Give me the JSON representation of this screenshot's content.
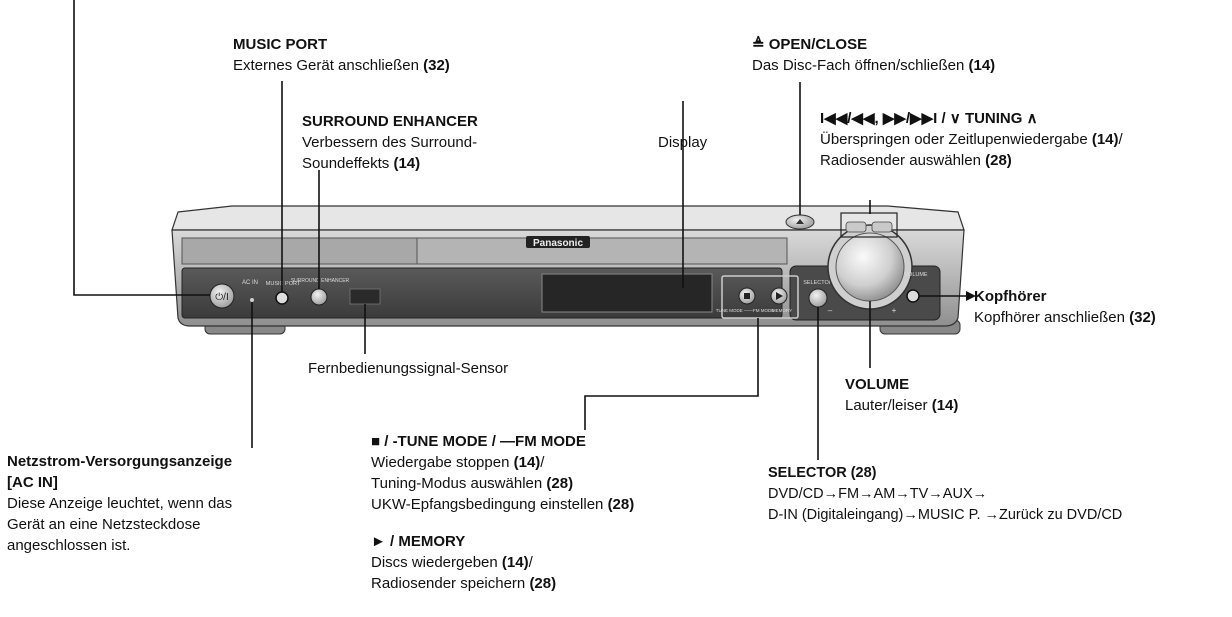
{
  "device": {
    "brand": "Panasonic",
    "panel_texts": {
      "ac_in": "AC IN",
      "music_port": "MUSIC PORT",
      "surround_enhancer": "SURROUND ENHANCER",
      "selector": "SELECTOR",
      "volume": "VOLUME",
      "minus": "–",
      "plus": "+",
      "tune_mode": "TUNE MODE ——FM MODE",
      "memory": "MEMORY"
    }
  },
  "callouts": {
    "music_port": {
      "title": "MUSIC PORT",
      "desc": "Externes Gerät anschließen",
      "ref": "(32)"
    },
    "surround": {
      "title": "SURROUND ENHANCER",
      "desc1": "Verbessern des Surround-",
      "desc2": "Soundeffekts",
      "ref": "(14)"
    },
    "display": {
      "title": "Display"
    },
    "open_close": {
      "title": "≜ OPEN/CLOSE",
      "desc": "Das Disc-Fach öffnen/schließen",
      "ref": "(14)"
    },
    "skip": {
      "title": "I◀◀/◀◀, ▶▶/▶▶I / ∨ TUNING ∧",
      "desc1": "Überspringen oder Zeitlupenwiedergabe",
      "ref1": "(14)",
      "sep1": "/",
      "desc2": "Radiosender auswählen",
      "ref2": "(28)"
    },
    "headphone": {
      "title": "Kopfhörer",
      "desc": "Kopfhörer anschließen",
      "ref": "(32)"
    },
    "sensor": {
      "title": "Fernbedienungssignal-Sensor"
    },
    "volume": {
      "title": "VOLUME",
      "desc": "Lauter/leiser",
      "ref": "(14)"
    },
    "ac_in": {
      "title1": "Netzstrom-Versorgungsanzeige",
      "title2": "[AC IN]",
      "desc1": "Diese Anzeige leuchtet, wenn das",
      "desc2": "Gerät an eine Netzsteckdose",
      "desc3": "angeschlossen ist."
    },
    "stop": {
      "title": "■ / -TUNE MODE / —FM MODE",
      "desc1": "Wiedergabe stoppen",
      "ref1": "(14)",
      "sep1": "/",
      "desc2": "Tuning-Modus auswählen",
      "ref2": "(28)",
      "desc3": "UKW-Epfangsbedingung einstellen",
      "ref3": "(28)"
    },
    "play": {
      "title": "► / MEMORY",
      "desc1": "Discs wiedergeben",
      "ref1": "(14)",
      "sep1": "/",
      "desc2": "Radiosender speichern",
      "ref2": "(28)"
    },
    "selector": {
      "title": "SELECTOR (28)",
      "desc1": "DVD/CD→FM→AM→TV→AUX→",
      "desc2": "D-IN (Digitaleingang)→MUSIC P. →Zurück zu DVD/CD"
    }
  }
}
